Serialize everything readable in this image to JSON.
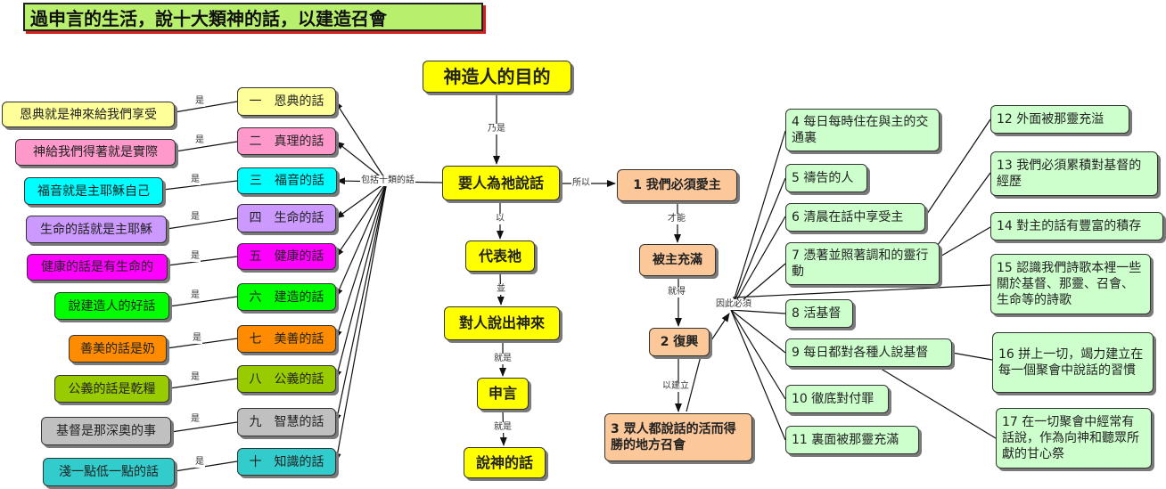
{
  "title": "過申言的生活，說十大類神的話，以建造召會",
  "colors": {
    "yellow": "#ffff00",
    "peach": "#fcc89a",
    "mint": "#ccffcc"
  },
  "center": {
    "purpose": "神造人的目的",
    "main": "要人為祂說話",
    "represent": "代表祂",
    "speak_out": "對人說出神來",
    "prophesy": "申言",
    "speak_god": "說神的話"
  },
  "right_chain": {
    "love": "1 我們必須愛主",
    "filled": "被主充滿",
    "revival": "2 復興",
    "church": "3 眾人都說話的活而得勝的地方召會"
  },
  "labels": {
    "naishi": "乃是",
    "yi": "以",
    "bing": "並",
    "jiushi1": "就是",
    "jiushi2": "就是",
    "suoyi": "所以",
    "caineng": "才能",
    "jiude": "就得",
    "yijianli": "以建立",
    "include": "包括十類的話",
    "therefore": "因此必須",
    "shi": "是"
  },
  "categories": [
    {
      "label": "一　恩典的話",
      "desc": "恩典就是神來給我們享受",
      "color": "#ffff99",
      "desc_color": "#ffff99"
    },
    {
      "label": "二　真理的話",
      "desc": "神給我們得著就是實際",
      "color": "#ff99cc",
      "desc_color": "#ff99cc"
    },
    {
      "label": "三　福音的話",
      "desc": "福音就是主耶穌自己",
      "color": "#00ffff",
      "desc_color": "#00ffff"
    },
    {
      "label": "四　生命的話",
      "desc": "生命的話就是主耶穌",
      "color": "#cc99ff",
      "desc_color": "#cc99ff"
    },
    {
      "label": "五　健康的話",
      "desc": "健康的話是有生命的",
      "color": "#ff00ff",
      "desc_color": "#ff00ff"
    },
    {
      "label": "六　建造的話",
      "desc": "說建造人的好話",
      "color": "#00ff00",
      "desc_color": "#00ff00"
    },
    {
      "label": "七　美善的話",
      "desc": "善美的話是奶",
      "color": "#ff8c00",
      "desc_color": "#ff8c00"
    },
    {
      "label": "八　公義的話",
      "desc": "公義的話是乾糧",
      "color": "#99cc00",
      "desc_color": "#99cc00"
    },
    {
      "label": "九　智慧的話",
      "desc": "基督是那深奧的事",
      "color": "#c0c0c0",
      "desc_color": "#c0c0c0"
    },
    {
      "label": "十　知識的話",
      "desc": "淺一點低一點的話",
      "color": "#33cccc",
      "desc_color": "#33cccc"
    }
  ],
  "practices_mid": [
    "4 每日每時住在與主的交通裏",
    "5 禱告的人",
    "6 清晨在話中享受主",
    "7 憑著並照著調和的靈行動",
    "8 活基督",
    "9 每日都對各種人說基督",
    "10 徹底對付罪",
    "11 裏面被那靈充滿"
  ],
  "practices_right": [
    "12 外面被那靈充溢",
    "13 我們必須累積對基督的經歷",
    "14 對主的話有豐富的積存",
    "15 認識我們詩歌本裡一些關於基督、那靈、召會、生命等的詩歌",
    "16 拼上一切，竭力建立在每一個聚會中說話的習慣",
    "17 在一切聚會中經常有話說，作為向神和聽眾所獻的甘心祭"
  ]
}
